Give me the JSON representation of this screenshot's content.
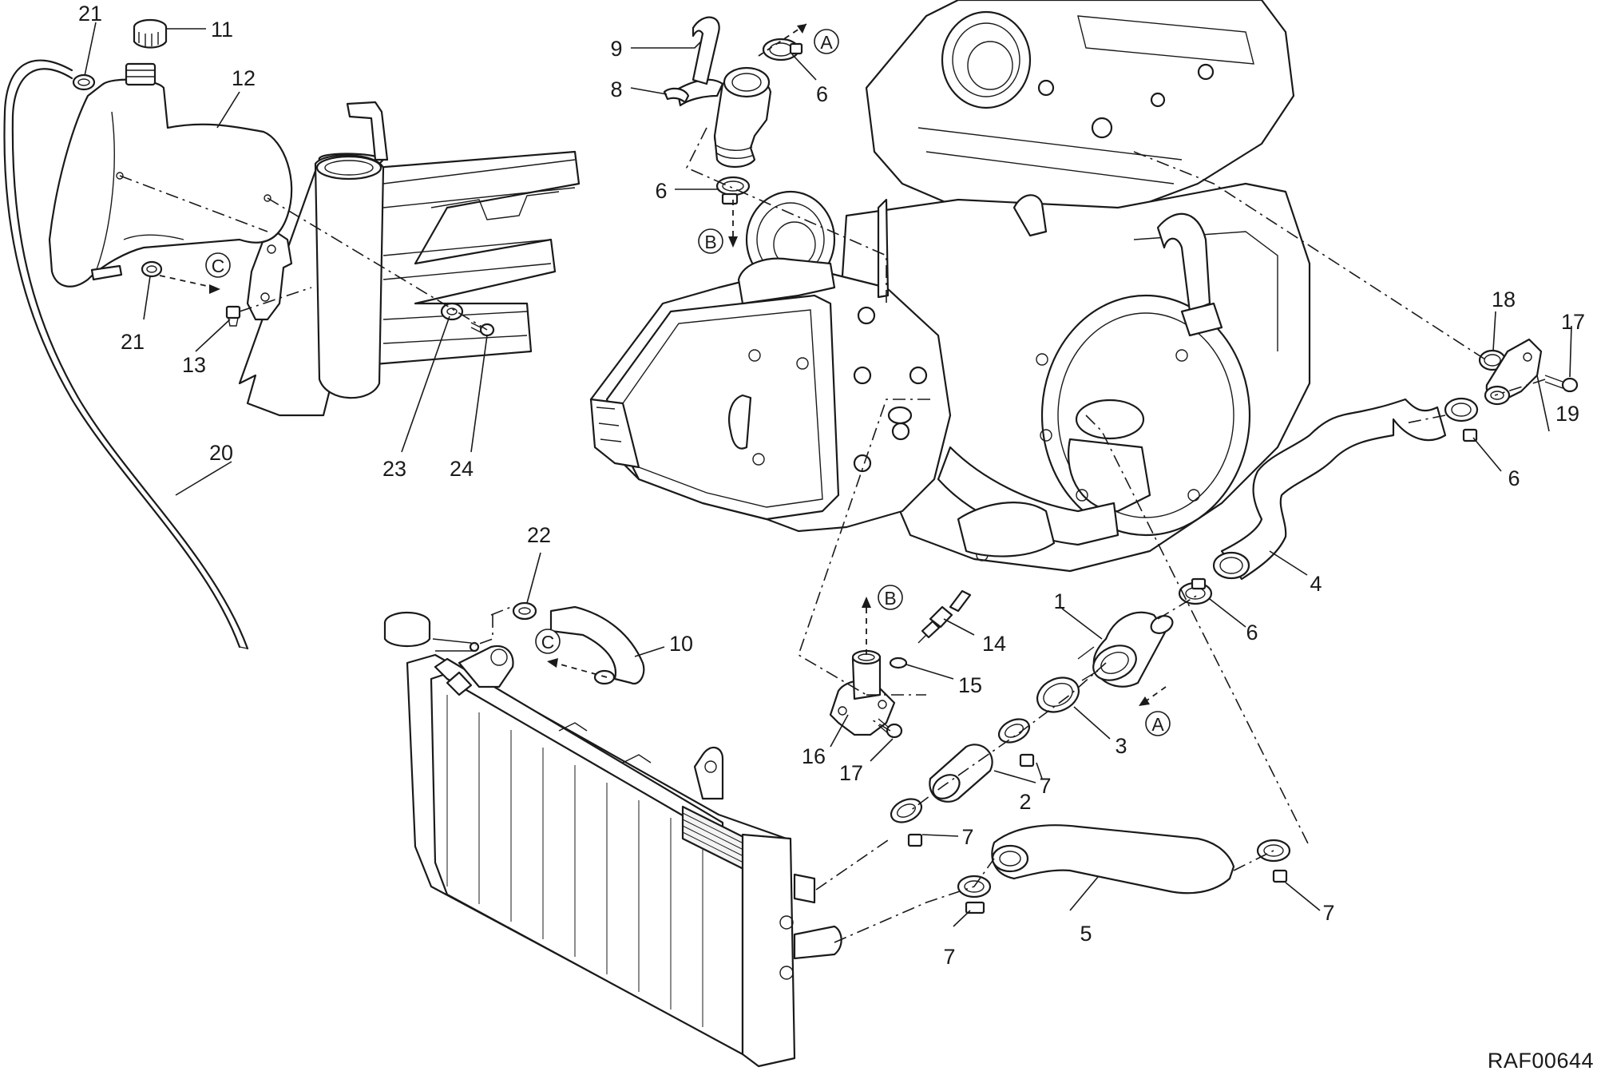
{
  "diagram_code": "RAF00644",
  "callouts": {
    "c1": "1",
    "c2": "2",
    "c3": "3",
    "c4": "4",
    "c5": "5",
    "c6a": "6",
    "c6b": "6",
    "c6c": "6",
    "c6d": "6",
    "c7a": "7",
    "c7b": "7",
    "c7c": "7",
    "c7d": "7",
    "c8": "8",
    "c9": "9",
    "c10": "10",
    "c11": "11",
    "c12": "12",
    "c13": "13",
    "c14": "14",
    "c15": "15",
    "c16": "16",
    "c17a": "17",
    "c17b": "17",
    "c18": "18",
    "c19": "19",
    "c20": "20",
    "c21a": "21",
    "c21b": "21",
    "c22": "22",
    "c23": "23",
    "c24": "24"
  },
  "refs": {
    "a1": "A",
    "a2": "A",
    "b1": "B",
    "b2": "B",
    "c1": "C",
    "c2": "C"
  }
}
